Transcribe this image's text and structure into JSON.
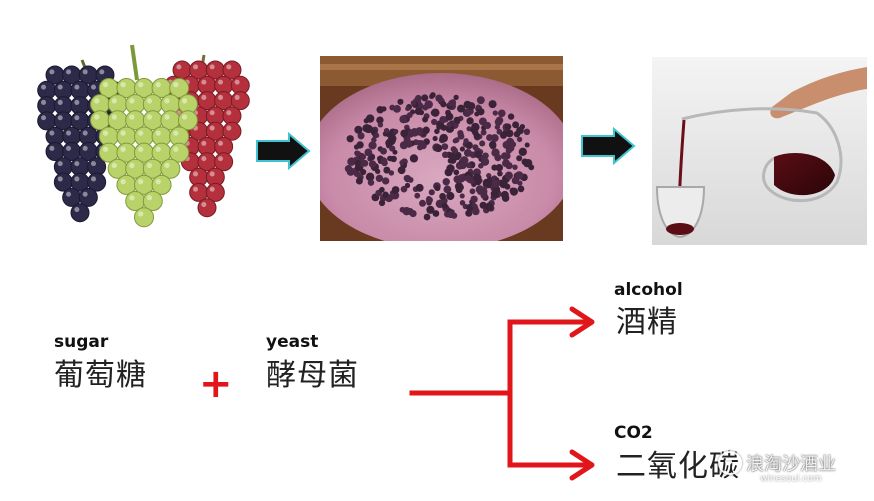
{
  "steps": [
    {
      "name": "grapes-photo"
    },
    {
      "name": "fermenting-vat-photo"
    },
    {
      "name": "wine-decanter-photo"
    }
  ],
  "arrows": {
    "fill_color": "#111111",
    "edge_color": "#3fc4d0"
  },
  "reaction": {
    "sugar": {
      "en": "sugar",
      "zh": "葡萄糖"
    },
    "plus": "+",
    "yeast": {
      "en": "yeast",
      "zh": "酵母菌"
    },
    "products": [
      {
        "en": "alcohol",
        "zh": "酒精"
      },
      {
        "en": "CO2",
        "zh": "二氧化碳"
      }
    ],
    "arrow_color": "#e0161a"
  },
  "watermark": {
    "text": "浪淘沙酒业",
    "sub": "winesoul.com"
  }
}
